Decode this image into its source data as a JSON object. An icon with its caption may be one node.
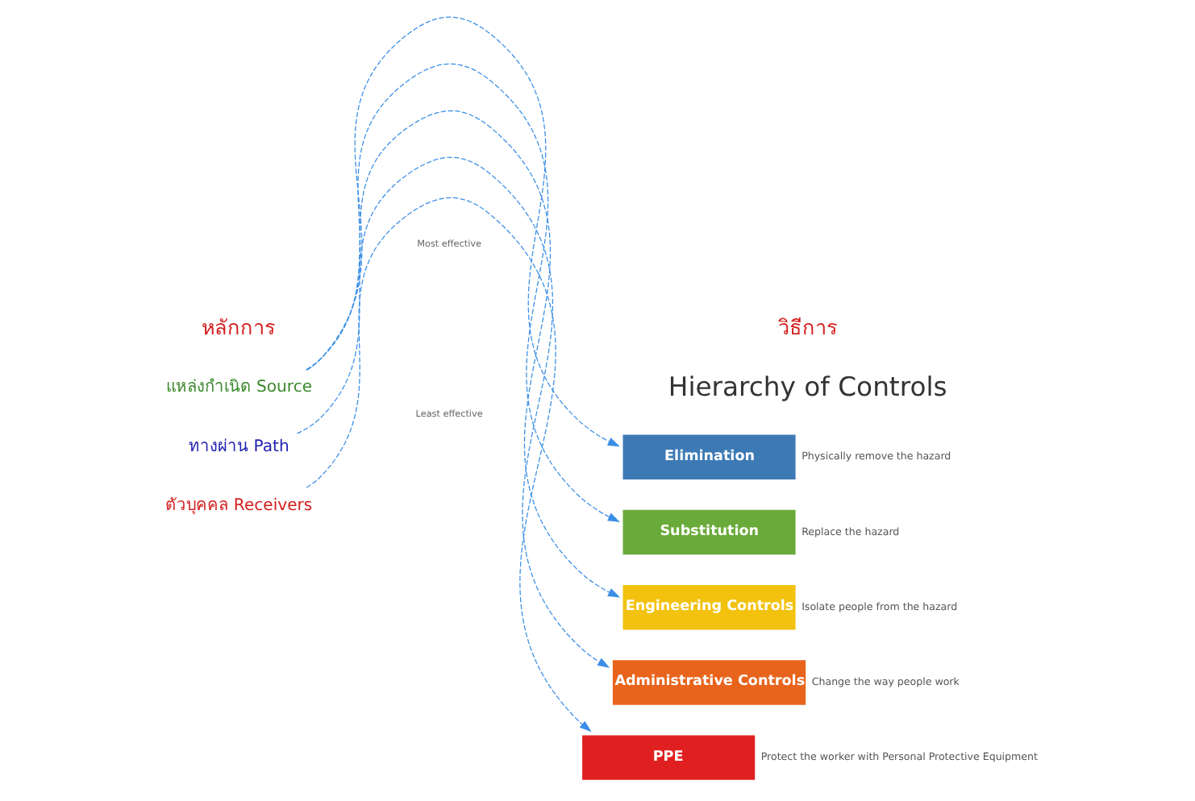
{
  "diagram": {
    "nodes": [
      {
        "text": [
          "แหล่งกำเนิด Source"
        ]
      },
      {
        "text": [
          "ทางผ่าน Path"
        ]
      },
      {
        "text": [
          "ตัวบุคคล Receivers"
        ]
      },
      {
        "text": [
          "Elimination"
        ],
        "beside": [
          "Physically remove the hazard"
        ]
      },
      {
        "text": [
          "Substitution"
        ],
        "beside": [
          "Replace the hazard"
        ]
      },
      {
        "text": [
          "Engineering Controls"
        ],
        "beside": [
          "Isolate people from the hazard"
        ]
      },
      {
        "text": [
          "Administrative Controls"
        ],
        "beside": [
          "Change the way people work"
        ]
      },
      {
        "text": [
          "PPE"
        ],
        "beside": [
          "Protect the worker with Personal Protective Equipment"
        ]
      }
    ],
    "edges": [
      {
        "from": 0,
        "to": 3,
        "arrow": "to",
        "style": "dashed"
      },
      {
        "from": 0,
        "to": 4,
        "arrow": "to",
        "style": "dashed"
      },
      {
        "from": 0,
        "to": 5,
        "arrow": "to",
        "style": "dashed"
      },
      {
        "from": 1,
        "to": 6,
        "arrow": "to",
        "style": "dashed"
      },
      {
        "from": 2,
        "to": 7,
        "arrow": "to",
        "style": "dashed"
      }
    ],
    "labels": [
      "หลักการ",
      "วิธีการ",
      "Hierarchy of Controls",
      "Most effective",
      "Least effective"
    ]
  }
}
